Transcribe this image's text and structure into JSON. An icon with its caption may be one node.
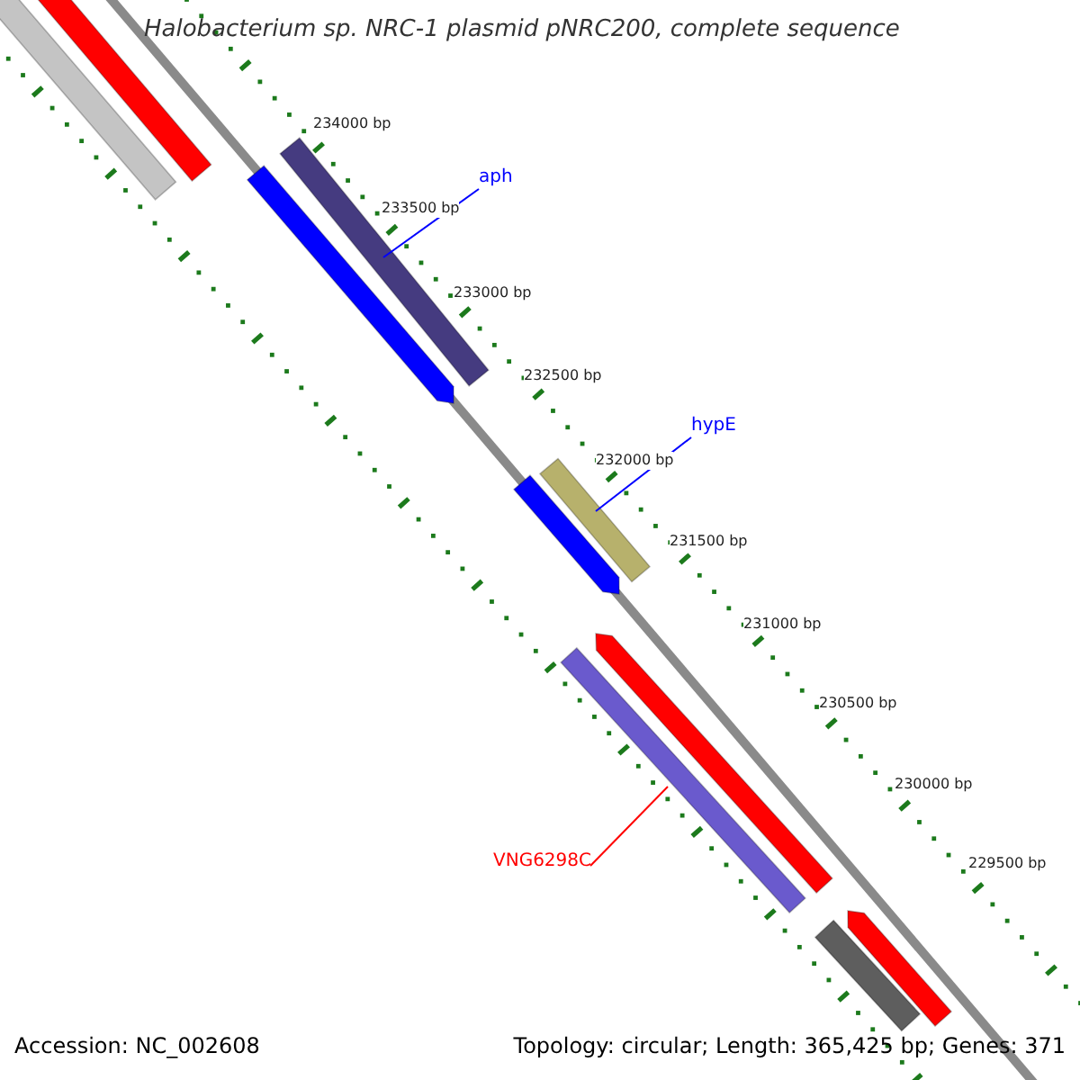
{
  "diagram": {
    "title": "Halobacterium sp. NRC-1 plasmid pNRC200, complete sequence",
    "nodes": [
      {
        "text": [],
        "shape": "bar"
      },
      {
        "text": [],
        "shape": "bar"
      },
      {
        "text": [],
        "shape": "bar"
      },
      {
        "text": [
          "aph"
        ]
      },
      {
        "text": [],
        "shape": "bar"
      },
      {
        "text": [
          "hypE"
        ]
      },
      {
        "text": [],
        "shape": "bar"
      },
      {
        "text": [],
        "shape": "bar"
      },
      {
        "text": [],
        "shape": "bar"
      },
      {
        "text": [],
        "shape": "bar"
      },
      {
        "text": [
          "VNG6298C"
        ]
      },
      {
        "text": [],
        "shape": "bar"
      },
      {
        "text": [],
        "shape": "bar"
      }
    ],
    "edges": [
      {
        "from": 3,
        "to": 2,
        "arrow": "none"
      },
      {
        "from": 5,
        "to": 6,
        "arrow": "none"
      },
      {
        "from": 10,
        "to": 9,
        "arrow": "none",
        "color": "#ff0000"
      }
    ],
    "labels": [
      "234000 bp",
      "233500 bp",
      "233000 bp",
      "232500 bp",
      "232000 bp",
      "231500 bp",
      "231000 bp",
      "230500 bp",
      "230000 bp",
      "229500 bp",
      "Accession: NC_002608",
      "Topology: circular; Length: 365,425 bp; Genes: 371"
    ]
  }
}
